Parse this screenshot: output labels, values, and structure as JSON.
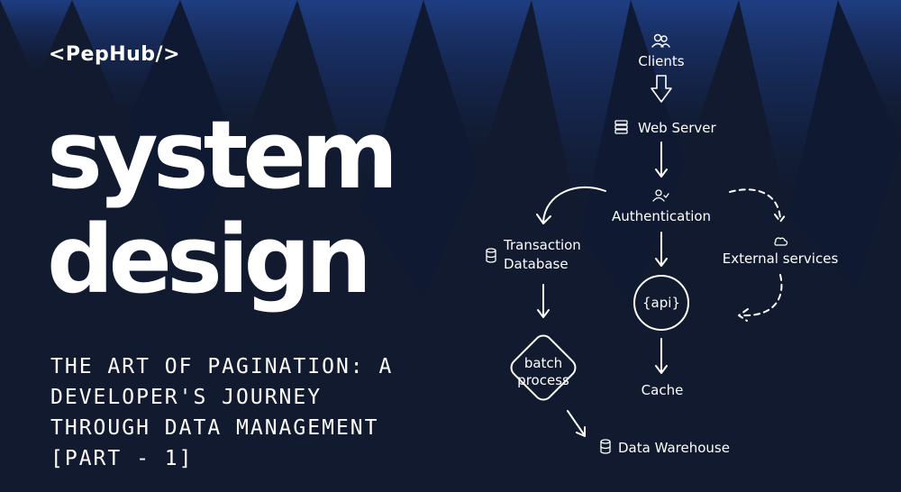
{
  "brand": "<PepHub/>",
  "headline": [
    "system",
    "design"
  ],
  "subtitle_lines": [
    "THE ART OF PAGINATION: A",
    "DEVELOPER'S JOURNEY",
    "THROUGH DATA MANAGEMENT",
    "[PART - 1]"
  ],
  "diagram": {
    "clients": "Clients",
    "web_server": "Web Server",
    "authentication": "Authentication",
    "transaction_db_line1": "Transaction",
    "transaction_db_line2": "Database",
    "external_services": "External services",
    "api": "{api}",
    "batch_line1": "batch",
    "batch_line2": "process",
    "cache": "Cache",
    "data_warehouse": "Data Warehouse"
  },
  "colors": {
    "background": "#111a2e",
    "accent_blue": "#1d3b7a",
    "text": "#ffffff"
  },
  "icons": {
    "clients": "users-icon",
    "web_server": "server-icon",
    "authentication": "user-check-icon",
    "transaction_db": "database-icon",
    "external_services": "cloud-icon",
    "data_warehouse": "database-icon"
  }
}
